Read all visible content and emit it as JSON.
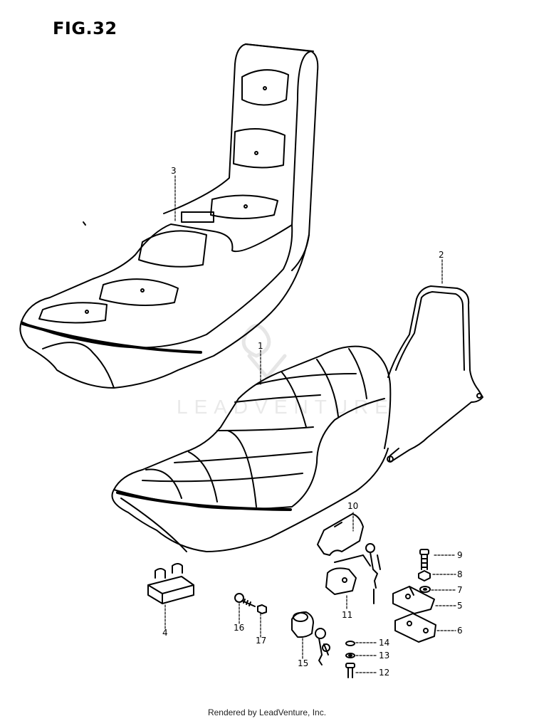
{
  "figure": {
    "title": "FIG.32",
    "watermark": "LEADVENTURE",
    "footer": "Rendered by LeadVenture, Inc."
  },
  "callouts": {
    "c1": "1",
    "c2": "2",
    "c3": "3",
    "c4": "4",
    "c5": "5",
    "c6": "6",
    "c7": "7",
    "c8": "8",
    "c9": "9",
    "c10": "10",
    "c11": "11",
    "c12": "12",
    "c13": "13",
    "c14": "14",
    "c15": "15",
    "c16": "16",
    "c17": "17"
  }
}
